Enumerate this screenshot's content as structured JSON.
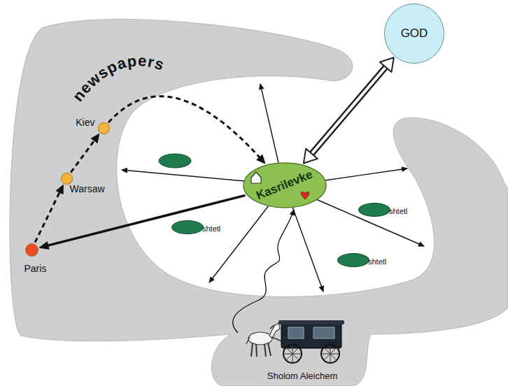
{
  "diagram": {
    "nodes": [
      {
        "text": [
          "GOD"
        ]
      },
      {
        "text": [
          "Kiev"
        ]
      },
      {
        "text": [
          "Warsaw"
        ]
      },
      {
        "text": [
          "Paris"
        ]
      },
      {
        "text": [
          "Kasrilevke"
        ]
      },
      {
        "text": [
          "shtetl"
        ]
      },
      {
        "text": [
          "shtetl"
        ]
      },
      {
        "text": [
          "shtetl"
        ]
      }
    ],
    "edges": [
      {
        "from": 4,
        "to": 0,
        "arrow": "both"
      },
      {
        "from": 4,
        "to": 3,
        "arrow": "to"
      },
      {
        "from": 3,
        "to": 2,
        "arrow": "to"
      },
      {
        "from": 2,
        "to": 1,
        "arrow": "to"
      },
      {
        "from": 1,
        "to": 4,
        "arrow": "to"
      }
    ],
    "labels": [
      "newspapers",
      "Sholom Aleichem"
    ]
  }
}
